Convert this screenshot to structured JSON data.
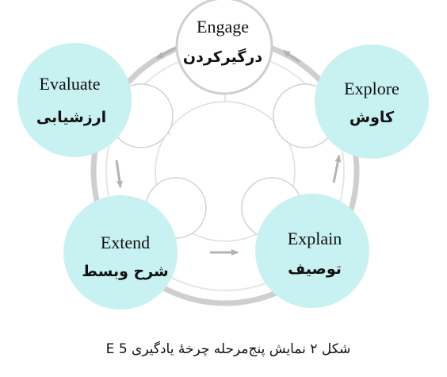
{
  "diagram": {
    "nodes": [
      {
        "id": "engage",
        "english": "Engage",
        "persian": "درگیرکردن",
        "fill": "#ffffff"
      },
      {
        "id": "explore",
        "english": "Explore",
        "persian": "کاوش",
        "fill": "#c8f1f1"
      },
      {
        "id": "explain",
        "english": "Explain",
        "persian": "توصیف",
        "fill": "#c8f1f1"
      },
      {
        "id": "extend",
        "english": "Extend",
        "persian": "شرح وبسط",
        "fill": "#c8f1f1"
      },
      {
        "id": "evaluate",
        "english": "Evaluate",
        "persian": "ارزشیابی",
        "fill": "#c8f1f1"
      }
    ],
    "ring_color": "#cccccc",
    "arrow_color": "#b3b3b3"
  },
  "caption": "شکل ۲ نمایش پنج‌مرحله چرخهٔ یادگیری 5 E"
}
